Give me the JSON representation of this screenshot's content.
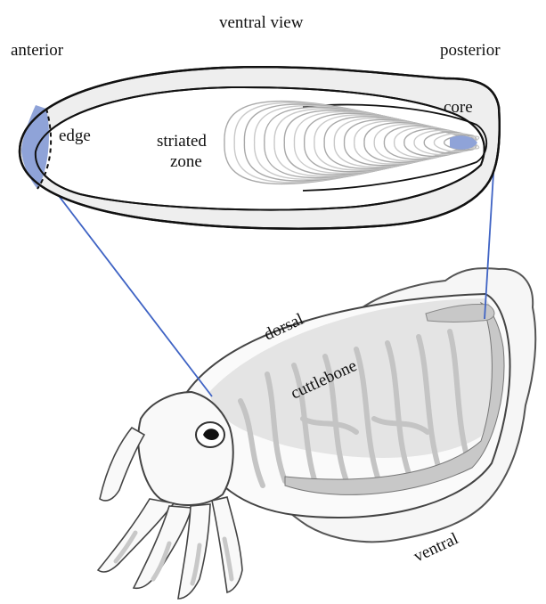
{
  "labels": {
    "view_title": "ventral view",
    "anterior": "anterior",
    "posterior": "posterior",
    "edge": "edge",
    "striated_line1": "striated",
    "striated_line2": "zone",
    "core": "core",
    "dorsal": "dorsal",
    "cuttlebone": "cuttlebone",
    "ventral": "ventral"
  },
  "colors": {
    "outline": "#111111",
    "cuttlebone_fill": "#eeeeee",
    "highlight_blue": "#8fa3d8",
    "connector_blue": "#3f63c4",
    "body_gray": "#cfcfcf",
    "stripe_gray": "#bdbdbd"
  }
}
